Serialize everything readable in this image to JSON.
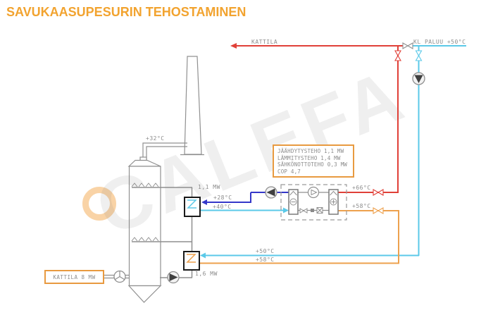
{
  "title": "SAVUKAASUPESURIN TEHOSTAMINEN",
  "watermark": {
    "text": "CALEFA"
  },
  "pipes": {
    "kattila_supply_label": "KATTILA",
    "kl_return_label": "KL PALUU +50°C"
  },
  "scrubber": {
    "flue_gas_temp": "+32°C",
    "boiler_label": "KATTILA 8 MW"
  },
  "hx_upper": {
    "power": "1,1 MW",
    "cold_return_temp": "+28°C",
    "warm_out_temp": "+40°C"
  },
  "hx_lower": {
    "power": "1,6 MW",
    "in_temp": "+50°C",
    "out_temp": "+58°C"
  },
  "heat_pump": {
    "hot_out_temp": "+66°C",
    "warm_in_temp": "+58°C",
    "info_lines": [
      "JÄÄHDYTYSTEHO 1,1 MW",
      "LÄMMITYSTEHO 1,4 MW",
      "SÄHKÖNOTTOTEHO 0,3 MW",
      "COP 4,7"
    ]
  },
  "colors": {
    "accent_orange": "#F2A32F",
    "box_border_orange": "#E89A40",
    "pipe_red": "#E04038",
    "pipe_cyan": "#5BC9E8",
    "pipe_blue": "#3437C9",
    "pipe_orange": "#EDA14E",
    "pipe_gray": "#8F8F8F",
    "text_gray": "#8C8C8C"
  }
}
